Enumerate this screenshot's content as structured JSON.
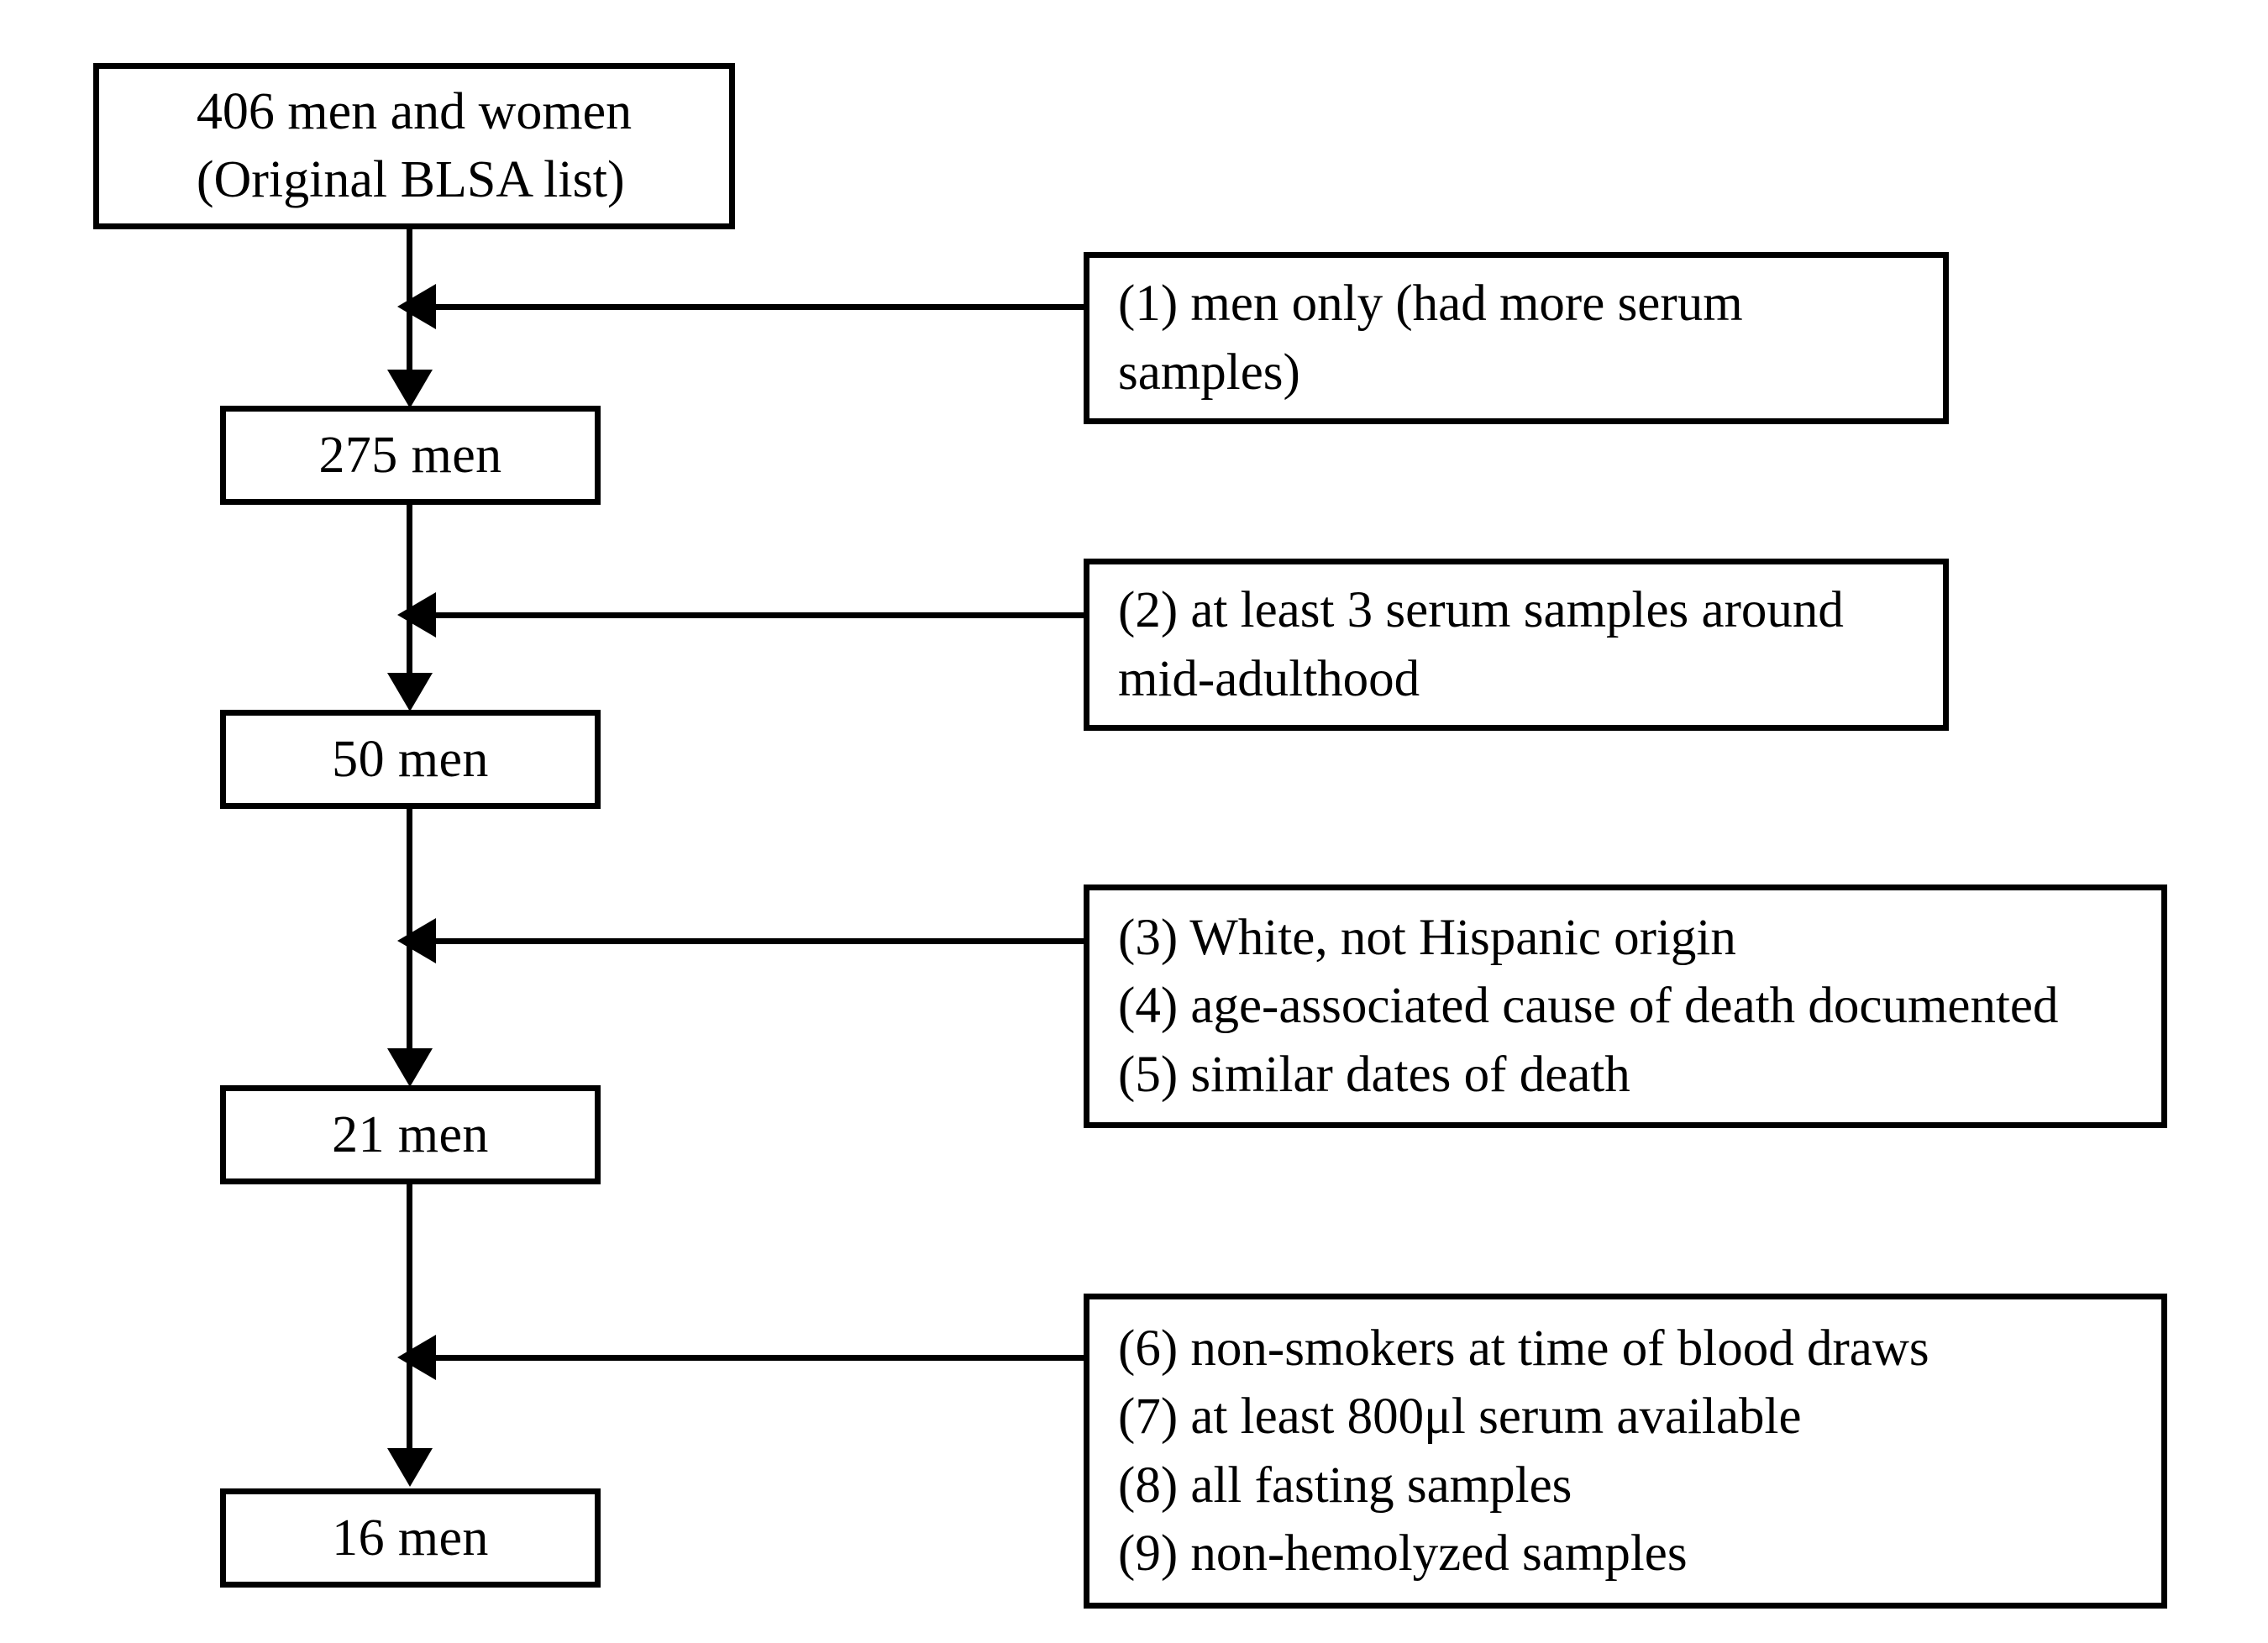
{
  "figure": {
    "type": "flowchart",
    "orientation": "top-to-bottom",
    "background_color": "#ffffff",
    "line_color": "#000000"
  },
  "flow_nodes": [
    {
      "id": "node-406",
      "lines": [
        "406 men and women",
        "(Original BLSA list)"
      ],
      "line1": "406 men and women",
      "line2": "(Original BLSA list)",
      "count": "406",
      "align": "left-block-centered"
    },
    {
      "id": "node-275",
      "label": "275 men",
      "count": "275",
      "align": "center"
    },
    {
      "id": "node-50",
      "label": "50 men",
      "count": "50",
      "align": "center"
    },
    {
      "id": "node-21",
      "label": "21 men",
      "count": "21",
      "align": "center"
    },
    {
      "id": "node-16",
      "label": "16 men",
      "count": "16",
      "align": "center"
    }
  ],
  "criteria_boxes": [
    {
      "id": "criteria-1",
      "lines": [
        "(1) men only (had more serum",
        "samples)"
      ],
      "line1": "(1) men only (had more serum",
      "line2": "samples)",
      "items": [
        "(1) men only (had more serum samples)"
      ],
      "applies_between": [
        "node-406",
        "node-275"
      ]
    },
    {
      "id": "criteria-2",
      "lines": [
        "(2) at least 3 serum samples around",
        "mid-adulthood"
      ],
      "line1": "(2) at least 3 serum samples around",
      "line2": "mid-adulthood",
      "items": [
        "(2) at least 3 serum samples around mid-adulthood"
      ],
      "applies_between": [
        "node-275",
        "node-50"
      ]
    },
    {
      "id": "criteria-3-5",
      "lines": [
        "(3) White, not Hispanic origin",
        "(4) age-associated cause of death documented",
        "(5) similar dates of death"
      ],
      "line1": "(3) White, not Hispanic origin",
      "line2": "(4) age-associated cause of death documented",
      "line3": "(5) similar dates of death",
      "items": [
        "(3) White, not Hispanic origin",
        "(4) age-associated cause of death documented",
        "(5) similar dates of death"
      ],
      "applies_between": [
        "node-50",
        "node-21"
      ]
    },
    {
      "id": "criteria-6-9",
      "lines": [
        "(6) non-smokers at time of blood draws",
        "(7) at least 800μl serum available",
        "(8) all fasting samples",
        "(9) non-hemolyzed samples"
      ],
      "line1": "(6) non-smokers at time of blood draws",
      "line2": "(7) at least 800μl serum available",
      "line3": "(8) all fasting samples",
      "line4": "(9) non-hemolyzed samples",
      "items": [
        "(6) non-smokers at time of blood draws",
        "(7) at least 800μl serum available",
        "(8) all fasting samples",
        "(9) non-hemolyzed samples"
      ],
      "applies_between": [
        "node-21",
        "node-16"
      ]
    }
  ],
  "connectors": [
    {
      "id": "flow-406-275",
      "from": "node-406",
      "to": "node-275",
      "style": "arrow-down"
    },
    {
      "id": "flow-275-50",
      "from": "node-275",
      "to": "node-50",
      "style": "arrow-down"
    },
    {
      "id": "flow-50-21",
      "from": "node-50",
      "to": "node-21",
      "style": "arrow-down"
    },
    {
      "id": "flow-21-16",
      "from": "node-21",
      "to": "node-16",
      "style": "arrow-down"
    },
    {
      "id": "exclusion-1",
      "from": "criteria-1",
      "to": "flow-406-275",
      "style": "arrow-left"
    },
    {
      "id": "exclusion-2",
      "from": "criteria-2",
      "to": "flow-275-50",
      "style": "arrow-left"
    },
    {
      "id": "exclusion-3",
      "from": "criteria-3-5",
      "to": "flow-50-21",
      "style": "arrow-left"
    },
    {
      "id": "exclusion-4",
      "from": "criteria-6-9",
      "to": "flow-21-16",
      "style": "arrow-left"
    }
  ]
}
